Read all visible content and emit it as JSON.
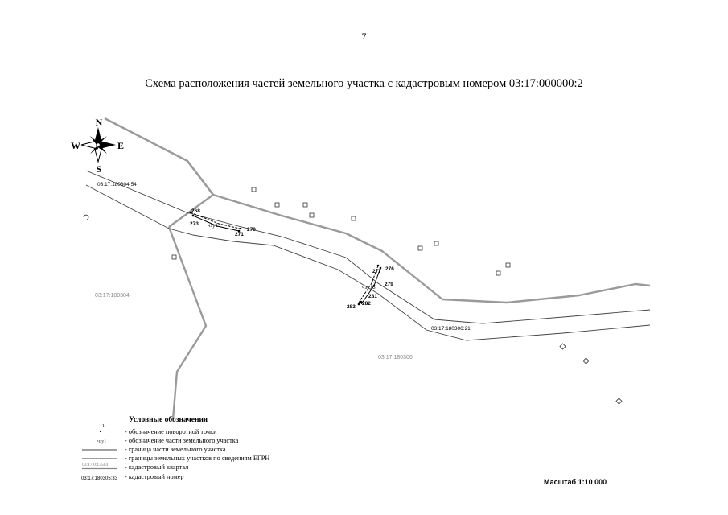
{
  "page_number": "7",
  "title": "Схема расположения частей земельного участка с кадастровым номером 03:17:000000:2",
  "compass": {
    "n": "N",
    "s": "S",
    "e": "E",
    "w": "W"
  },
  "parcel_labels": {
    "north": "03:17:180304:54",
    "east": "03:17:180306:21"
  },
  "quarter_labels": {
    "west": "03:17:180304",
    "south": "03:17:180306"
  },
  "parts": {
    "part1": "чзу1",
    "part2": "чзу13"
  },
  "points": {
    "p268": "268",
    "p273": "273",
    "p271": "271",
    "p270": "270",
    "p277": "277",
    "p276": "276",
    "p279": "279",
    "p281": "281",
    "p282": "282",
    "p283": "283"
  },
  "legend": {
    "title": "Условные обозначения",
    "point_sample": "1",
    "part_sample": "чзу1",
    "quarter_sample": "03:17:0:13584",
    "cadastral_sample": "03:17:180305:33",
    "items": [
      "- обозначение поворотной точки",
      "- обозначение части земельного участка",
      "- граница части земельного участка",
      "- границы земельных участков по сведениям ЕГРН",
      "- кадастровый квартал",
      "- кадастровый номер"
    ]
  },
  "scale": "Масштаб 1:10 000"
}
